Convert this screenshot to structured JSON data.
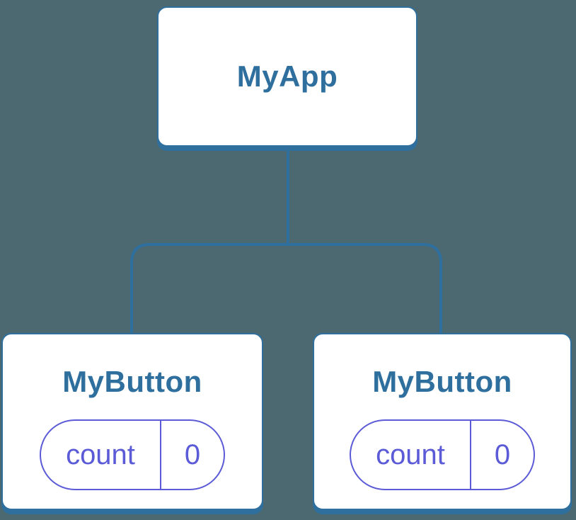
{
  "colors": {
    "background": "#4C6972",
    "node_fill": "#FFFFFF",
    "tree_blue": "#2F6F9E",
    "state_indigo": "#5C5BD7"
  },
  "tree": {
    "root": {
      "label": "MyApp"
    },
    "children": [
      {
        "label": "MyButton",
        "state": {
          "key": "count",
          "value": "0"
        }
      },
      {
        "label": "MyButton",
        "state": {
          "key": "count",
          "value": "0"
        }
      }
    ]
  }
}
